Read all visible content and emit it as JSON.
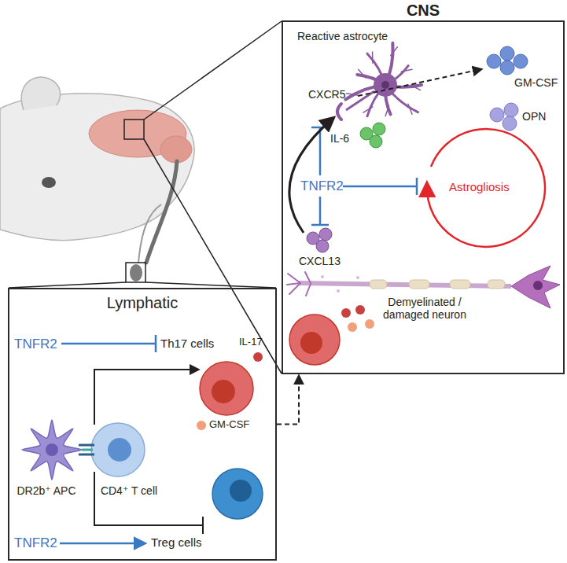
{
  "diagram": {
    "nodes": [
      {
        "text": [
          "CNS"
        ]
      },
      {
        "text": [
          "Lymphatic"
        ]
      }
    ],
    "edges": [
      {
        "from": 1,
        "to": 0,
        "arrow": "to"
      }
    ],
    "labels": [
      "Reactive astrocyte",
      "CXCR5",
      "GM-CSF",
      "OPN",
      "IL-6",
      "TNFR2",
      "Astrogliosis",
      "CXCL13",
      "Demyelinated / damaged neuron",
      "TNFR2",
      "Th17 cells",
      "IL-17",
      "GM-CSF",
      "DR2b⁺ APC",
      "CD4⁺ T cell",
      "TNFR2",
      "Treg cells"
    ]
  }
}
